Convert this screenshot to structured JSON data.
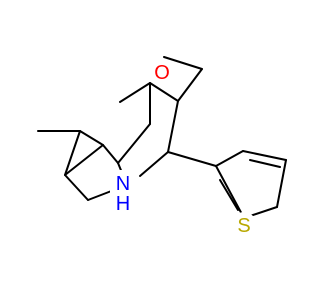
{
  "molecule": {
    "colors": {
      "bond": "#000000",
      "carbon": "#000000",
      "oxygen": "#ff0000",
      "nitrogen": "#0000ff",
      "sulfur": "#b8a800",
      "background": "#ffffff"
    },
    "atom_labels": {
      "oxygen": "O",
      "nitrogen_h": "N\nH",
      "sulfur": "S"
    }
  }
}
